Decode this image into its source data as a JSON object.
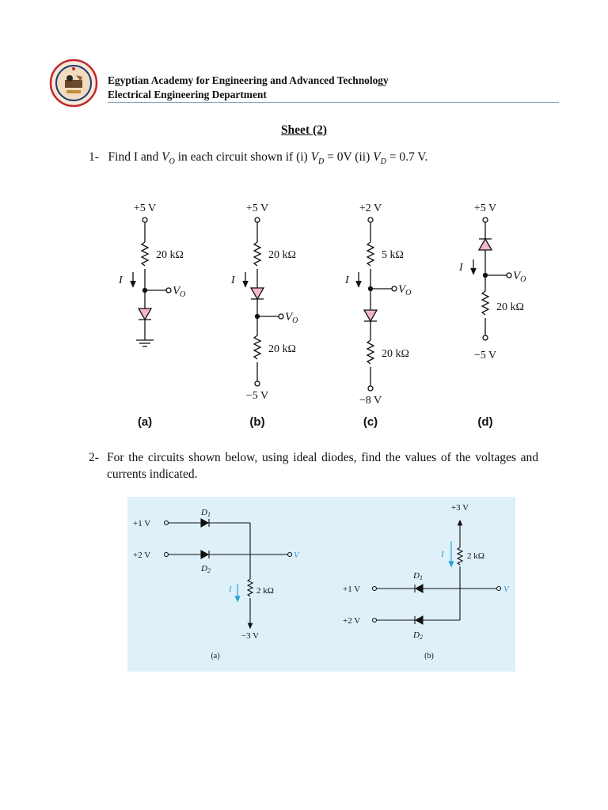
{
  "header": {
    "institution": "Egyptian Academy for Engineering and Advanced Technology",
    "department": "Electrical Engineering Department"
  },
  "sheet_title": "Sheet (2)",
  "question1": {
    "number": "1-",
    "text_a": "Find I and ",
    "vo_symbol": "V",
    "vo_sub": "O",
    "text_b": " in each circuit shown if (i) ",
    "vd_symbol": "V",
    "vd_sub": "D",
    "text_c": " = 0V (ii) ",
    "text_d": " = 0.7 V."
  },
  "circuits1": {
    "a": {
      "label": "(a)",
      "supply": "+5 V",
      "resistor": "20 kΩ",
      "current": "I",
      "output": "V",
      "output_sub": "O"
    },
    "b": {
      "label": "(b)",
      "supply": "+5 V",
      "resistor_top": "20 kΩ",
      "resistor_bottom": "20 kΩ",
      "bottom_supply": "−5 V",
      "current": "I",
      "output": "V",
      "output_sub": "O"
    },
    "c": {
      "label": "(c)",
      "supply": "+2 V",
      "resistor_top": "5 kΩ",
      "resistor_bottom": "20 kΩ",
      "bottom_supply": "−8 V",
      "current": "I",
      "output": "V",
      "output_sub": "O"
    },
    "d": {
      "label": "(d)",
      "supply": "+5 V",
      "resistor": "20 kΩ",
      "bottom_supply": "−5 V",
      "current": "I",
      "output": "V",
      "output_sub": "O"
    }
  },
  "question2": {
    "number": "2-",
    "text": "For the circuits shown below, using ideal diodes, find the values of the voltages and currents indicated."
  },
  "circuits2": {
    "panel_color": "#dff0f8",
    "accent_color": "#29a3dd",
    "a": {
      "label": "(a)",
      "input1": "+1 V",
      "input2": "+2 V",
      "d1": "D",
      "d1_sub": "1",
      "d2": "D",
      "d2_sub": "2",
      "resistor": "2 kΩ",
      "current": "I",
      "output": "V",
      "bottom_supply": "−3 V"
    },
    "b": {
      "label": "(b)",
      "top_supply": "+3 V",
      "input1": "+1 V",
      "input2": "+2 V",
      "d1": "D",
      "d1_sub": "1",
      "d2": "D",
      "d2_sub": "2",
      "resistor": "2 kΩ",
      "current": "I",
      "output": "V"
    }
  }
}
